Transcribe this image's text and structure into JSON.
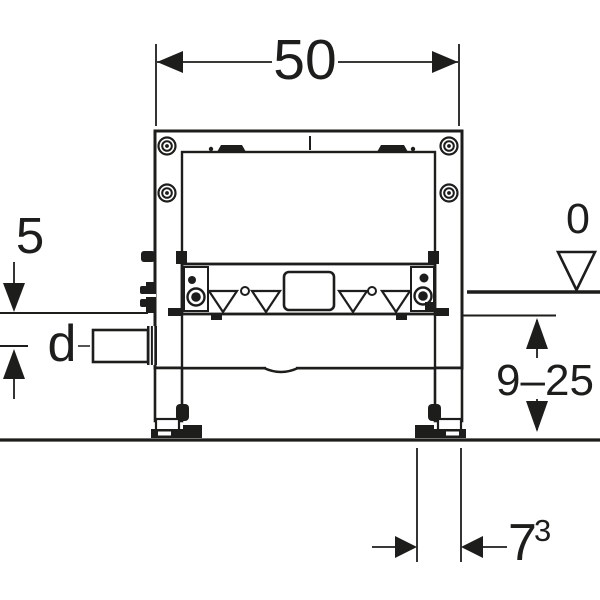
{
  "figure": {
    "type": "technical-dimension-drawing",
    "colors": {
      "ink": "#1d1d1b",
      "paper": "#ffffff"
    },
    "labels": {
      "overall_width": "50",
      "floor_offset": "5",
      "pipe_axis": "d",
      "zero_level": "0",
      "height_range": "9–25",
      "foot_offset_value": "7",
      "foot_offset_footnote": "3"
    }
  }
}
